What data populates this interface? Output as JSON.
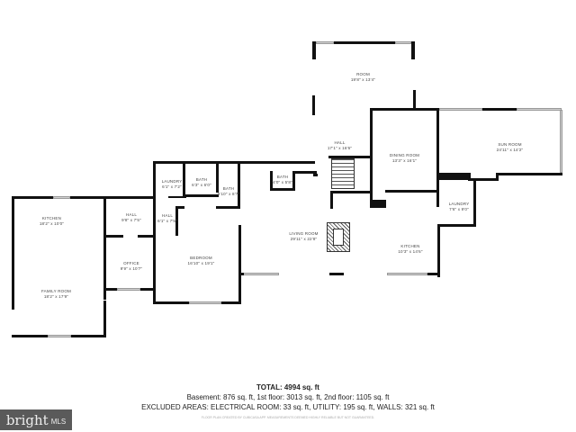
{
  "rooms": [
    {
      "name": "ROOM",
      "dims": "19'8\" x 13'4\""
    },
    {
      "name": "HALL",
      "dims": "17'1\" x 16'6\""
    },
    {
      "name": "DINING ROOM",
      "dims": "13'3\" x 16'1\""
    },
    {
      "name": "SUN ROOM",
      "dims": "24'11\" x 14'2\""
    },
    {
      "name": "LAUNDRY",
      "dims": "6'1\" x 7'2\""
    },
    {
      "name": "BATH",
      "dims": "6'3\" x 6'0\""
    },
    {
      "name": "BATH",
      "dims": "5'10\" x 8'7\""
    },
    {
      "name": "BATH",
      "dims": "4'0\" x 5'8\""
    },
    {
      "name": "KITCHEN",
      "dims": "18'2\" x 10'0\""
    },
    {
      "name": "HALL",
      "dims": "9'8\" x 7'5\""
    },
    {
      "name": "HALL",
      "dims": "6'1\" x 7'5\""
    },
    {
      "name": "OFFICE",
      "dims": "9'9\" x 10'7\""
    },
    {
      "name": "BEDROOM",
      "dims": "16'10\" x 19'1\""
    },
    {
      "name": "LIVING ROOM",
      "dims": "29'11\" x 22'8\""
    },
    {
      "name": "KITCHEN",
      "dims": "10'3\" x 14'6\""
    },
    {
      "name": "LAUNDRY",
      "dims": "7'6\" x 9'0\""
    },
    {
      "name": "FAMILY ROOM",
      "dims": "18'2\" x 17'9\""
    }
  ],
  "summary": {
    "total": "TOTAL: 4994 sq. ft",
    "floors": "Basement: 876 sq. ft, 1st floor: 3013 sq. ft, 2nd floor: 1105 sq. ft",
    "excluded": "EXCLUDED AREAS: ELECTRICAL ROOM: 33 sq. ft, UTILITY: 195 sq. ft, WALLS: 321 sq. ft",
    "disclaimer": "FLOOR PLAN CREATED BY CUBICASA APP. MEASUREMENTS DEEMED HIGHLY RELIABLE BUT NOT GUARANTEED."
  },
  "logo": {
    "brand": "bright",
    "suffix": "MLS",
    "bg": "#5a5a5a"
  }
}
